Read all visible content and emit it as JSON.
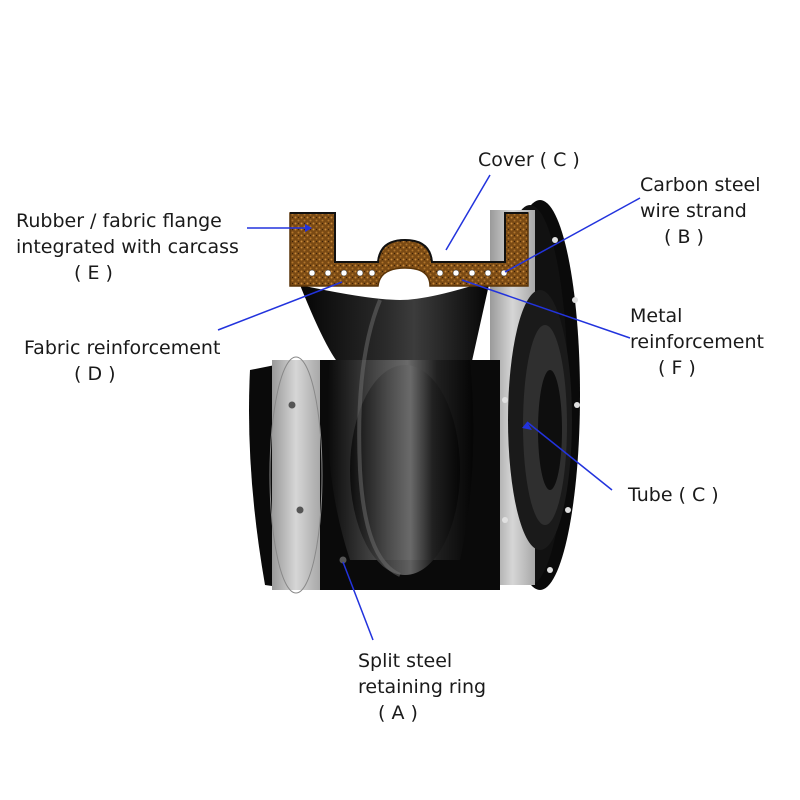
{
  "labels": {
    "cover": {
      "line1": "Cover ( C )"
    },
    "carbon_steel": {
      "line1": "Carbon steel",
      "line2": "wire strand",
      "line3": "( B )"
    },
    "rubber_fabric_flange": {
      "line1": "Rubber / fabric flange",
      "line2": "integrated with carcass",
      "line3": "( E )"
    },
    "fabric_reinforcement": {
      "line1": "Fabric reinforcement",
      "line2": "( D )"
    },
    "metal_reinforcement": {
      "line1": "Metal",
      "line2": "reinforcement",
      "line3": "( F )"
    },
    "tube": {
      "line1": "Tube ( C )"
    },
    "split_steel_ring": {
      "line1": "Split steel",
      "line2": "retaining ring",
      "line3": "( A )"
    }
  },
  "colors": {
    "rubber": "#0d0d0d",
    "rubber_highlight": "#5a5a5a",
    "steel_ring": "#b8b8b8",
    "carcass_fabric": "#8a5a1e",
    "leader_lines": "#2233dd"
  }
}
